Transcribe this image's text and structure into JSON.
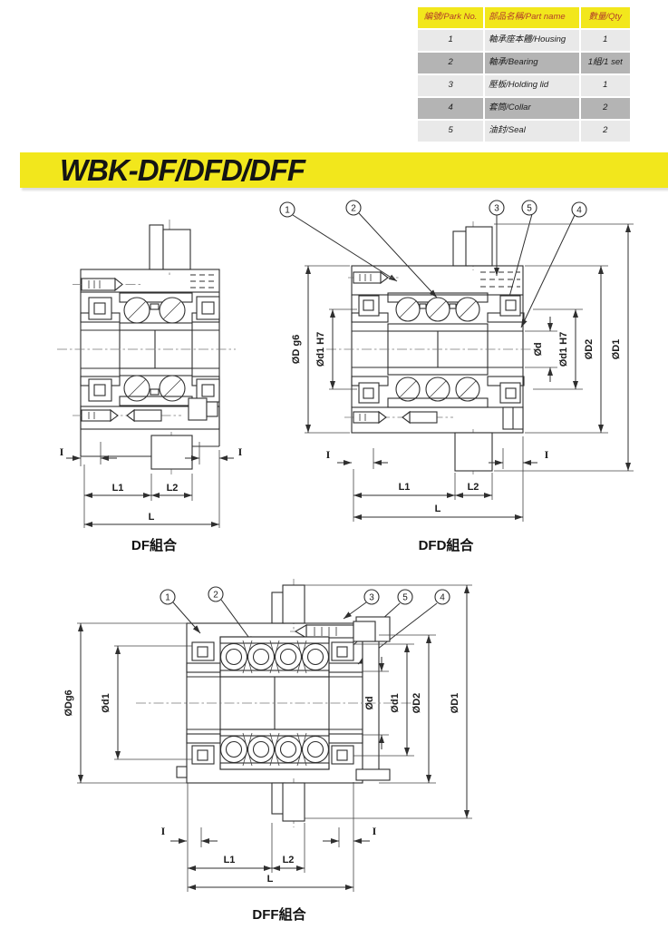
{
  "parts_table": {
    "headers": {
      "no": "編號/Park No.",
      "name": "部品名稱/Part name",
      "qty": "數量/Qty"
    },
    "rows": [
      {
        "no": "1",
        "name": "軸承座本體/Housing",
        "qty": "1"
      },
      {
        "no": "2",
        "name": "軸承/Bearing",
        "qty": "1組/1 set"
      },
      {
        "no": "3",
        "name": "壓板/Holding lid",
        "qty": "1"
      },
      {
        "no": "4",
        "name": "套筒/Collar",
        "qty": "2"
      },
      {
        "no": "5",
        "name": "油封/Seal",
        "qty": "2"
      }
    ],
    "colors": {
      "header_bg": "#f2e71c",
      "header_text": "#b23c2a",
      "row_light": "#e9e9e9",
      "row_dark": "#b4b4b4"
    }
  },
  "banner": {
    "title": "WBK-DF/DFD/DFF",
    "bg": "#f2e71c",
    "text_color": "#141414"
  },
  "diagrams": {
    "df": {
      "caption": "DF組合",
      "dims": {
        "i_left": "I",
        "i_right": "I",
        "l1": "L1",
        "l2": "L2",
        "l": "L"
      }
    },
    "dfd": {
      "caption": "DFD組合",
      "callouts": [
        "1",
        "2",
        "3",
        "5",
        "4"
      ],
      "dims": {
        "d_g6": "ØD g6",
        "d1_h7_left": "Ød1 H7",
        "d": "Ød",
        "d1_h7_right": "Ød1 H7",
        "d2": "ØD2",
        "d1": "ØD1",
        "i_left": "I",
        "i_right": "I",
        "l1": "L1",
        "l2": "L2",
        "l": "L"
      }
    },
    "dff": {
      "caption": "DFF組合",
      "callouts": [
        "1",
        "2",
        "3",
        "5",
        "4"
      ],
      "dims": {
        "dg6": "ØDg6",
        "d1_left": "Ød1",
        "d": "Ød",
        "d1_right": "Ød1",
        "d2": "ØD2",
        "d1_outer": "ØD1",
        "i_left": "I",
        "i_right": "I",
        "l1": "L1",
        "l2": "L2",
        "l": "L"
      }
    }
  }
}
